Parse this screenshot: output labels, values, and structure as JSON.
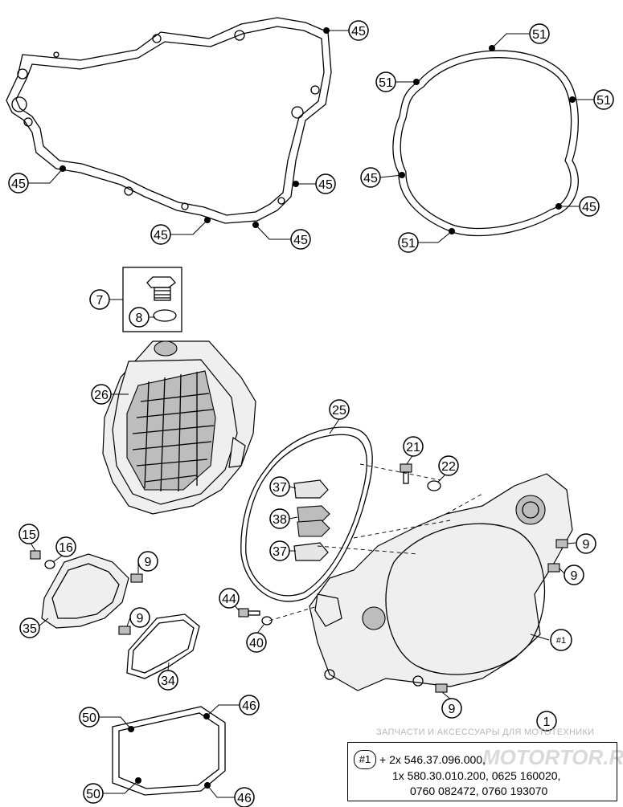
{
  "callouts": [
    {
      "label": "45"
    },
    {
      "label": "45"
    },
    {
      "label": "45"
    },
    {
      "label": "45"
    },
    {
      "label": "45"
    },
    {
      "label": "51"
    },
    {
      "label": "51"
    },
    {
      "label": "51"
    },
    {
      "label": "45"
    },
    {
      "label": "45"
    },
    {
      "label": "51"
    },
    {
      "label": "7"
    },
    {
      "label": "8"
    },
    {
      "label": "26"
    },
    {
      "label": "25"
    },
    {
      "label": "37"
    },
    {
      "label": "38"
    },
    {
      "label": "37"
    },
    {
      "label": "21"
    },
    {
      "label": "22"
    },
    {
      "label": "15"
    },
    {
      "label": "16"
    },
    {
      "label": "9"
    },
    {
      "label": "35"
    },
    {
      "label": "9"
    },
    {
      "label": "34"
    },
    {
      "label": "44"
    },
    {
      "label": "40"
    },
    {
      "label": "9"
    },
    {
      "label": "9"
    },
    {
      "label": "#1"
    },
    {
      "label": "9"
    },
    {
      "label": "1"
    },
    {
      "label": "50"
    },
    {
      "label": "46"
    },
    {
      "label": "50"
    },
    {
      "label": "46"
    }
  ],
  "watermark": {
    "caption": "ЗАПЧАСТИ И АКСЕССУАРЫ ДЛЯ МОТОТЕХНИКИ",
    "brand": "MOTORTOR.RU"
  },
  "notes": {
    "ref": "#1",
    "line1": "+ 2x 546.37.096.000,",
    "line2": "1x 580.30.010.200, 0625 160020,",
    "line3": "0760 082472, 0760 193070"
  }
}
